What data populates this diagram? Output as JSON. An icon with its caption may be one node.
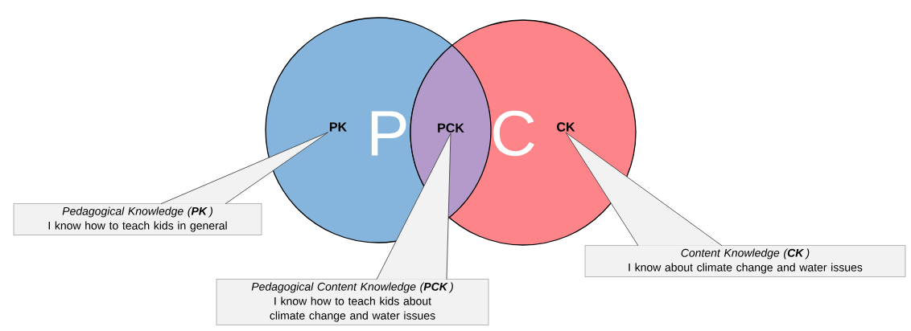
{
  "diagram": {
    "nodes": [
      {
        "text": [
          "P"
        ]
      },
      {
        "text": [
          "PK"
        ],
        "in": 0
      },
      {
        "text": [],
        "shape": "lens"
      },
      {
        "text": [
          "PCK"
        ],
        "in": 2
      },
      {
        "text": [
          "C"
        ]
      },
      {
        "text": [
          "CK"
        ],
        "in": 4
      },
      {
        "text": [
          "Pedagogical Knowledge (**PK**)",
          "I know how to teach kids in general"
        ]
      },
      {
        "text": [
          "Pedagogical Content Knowledge (**PCK**)",
          "I know how to teach kids about climate change and water issues"
        ]
      },
      {
        "text": [
          "Content Knowledge (**CK**)",
          "I know about climate change and water issues"
        ]
      }
    ],
    "edges": [
      {
        "from": 6,
        "to": 1,
        "arrow": "none"
      },
      {
        "from": 7,
        "to": 3,
        "arrow": "none"
      },
      {
        "from": 8,
        "to": 5,
        "arrow": "none"
      }
    ]
  }
}
